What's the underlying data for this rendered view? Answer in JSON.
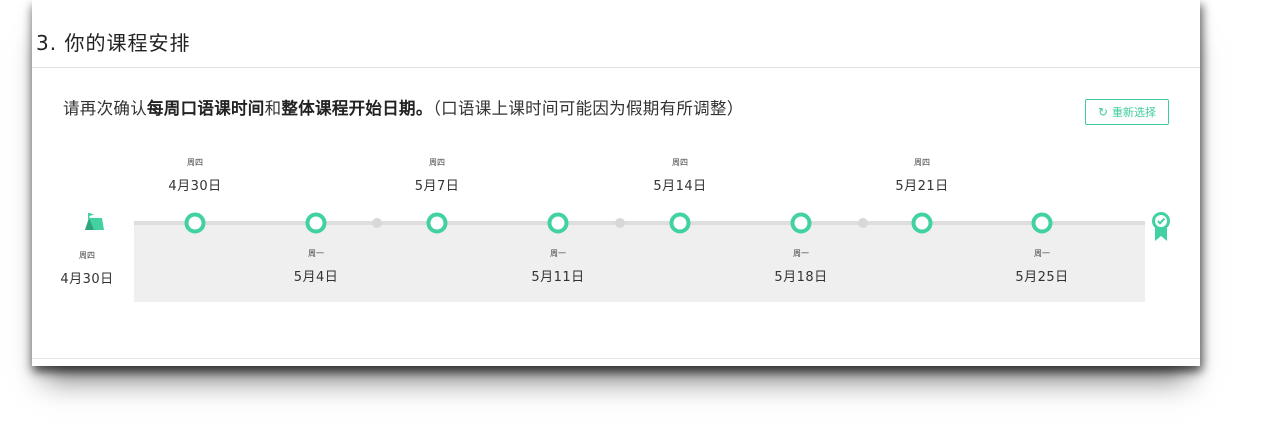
{
  "section": {
    "number_title": "3. 你的课程安排"
  },
  "instruction": {
    "part1": "请再次确认",
    "bold1": "每周口语课时间",
    "part2": "和",
    "bold2": "整体课程开始日期。",
    "note": "（口语课上课时间可能因为假期有所调整）"
  },
  "reselect": {
    "icon": "refresh-icon",
    "label": "重新选择"
  },
  "start": {
    "icon": "flag-start-icon",
    "weekday": "周四",
    "date": "4月30日"
  },
  "end": {
    "icon": "award-badge-icon"
  },
  "top_labels": [
    {
      "weekday": "周四",
      "date": "4月30日"
    },
    {
      "weekday": "周四",
      "date": "5月7日"
    },
    {
      "weekday": "周四",
      "date": "5月14日"
    },
    {
      "weekday": "周四",
      "date": "5月21日"
    }
  ],
  "bottom_labels": [
    {
      "weekday": "周一",
      "date": "5月4日"
    },
    {
      "weekday": "周一",
      "date": "5月11日"
    },
    {
      "weekday": "周一",
      "date": "5月18日"
    },
    {
      "weekday": "周一",
      "date": "5月25日"
    }
  ],
  "colors": {
    "accent": "#41d1a2",
    "track": "#efefef",
    "line": "#dedede"
  }
}
